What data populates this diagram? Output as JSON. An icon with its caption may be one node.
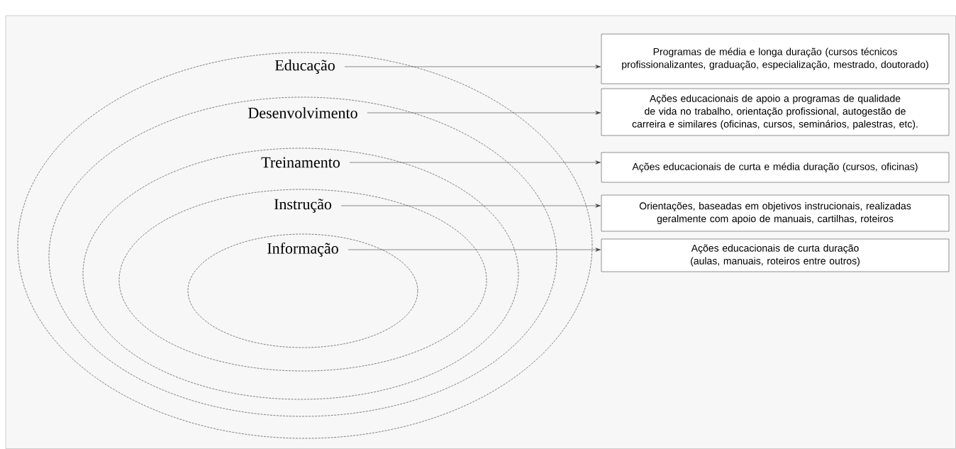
{
  "diagram": {
    "nodes": [
      {
        "text": [
          "Educação"
        ]
      },
      {
        "text": [
          "Desenvolvimento"
        ],
        "in": 0
      },
      {
        "text": [
          "Treinamento"
        ],
        "in": 1
      },
      {
        "text": [
          "Instrução"
        ],
        "in": 2
      },
      {
        "text": [
          "Informação"
        ],
        "in": 3
      },
      {
        "text": [
          "Programas de média e longa duração (cursos técnicos profissionalizantes, graduação, especialização, mestrado, doutorado)"
        ]
      },
      {
        "text": [
          "Ações educacionais de apoio a programas de qualidade de vida no trabalho, orientação profissional, autogestão de carreira e similares (oficinas, cursos, seminários, palestras, etc)."
        ]
      },
      {
        "text": [
          "Ações educacionais de curta e média duração (cursos, oficinas)"
        ]
      },
      {
        "text": [
          "Orientações, baseadas em objetivos instrucionais, realizadas geralmente com apoio de manuais, cartilhas, roteiros"
        ]
      },
      {
        "text": [
          "Ações educacionais de curta duração (aulas, manuais, roteiros entre outros)"
        ]
      }
    ],
    "edges": [
      {
        "from": 0,
        "to": 5,
        "arrow": "to"
      },
      {
        "from": 1,
        "to": 6,
        "arrow": "to"
      },
      {
        "from": 2,
        "to": 7,
        "arrow": "to"
      },
      {
        "from": 3,
        "to": 8,
        "arrow": "to"
      },
      {
        "from": 4,
        "to": 9,
        "arrow": "to"
      }
    ]
  }
}
